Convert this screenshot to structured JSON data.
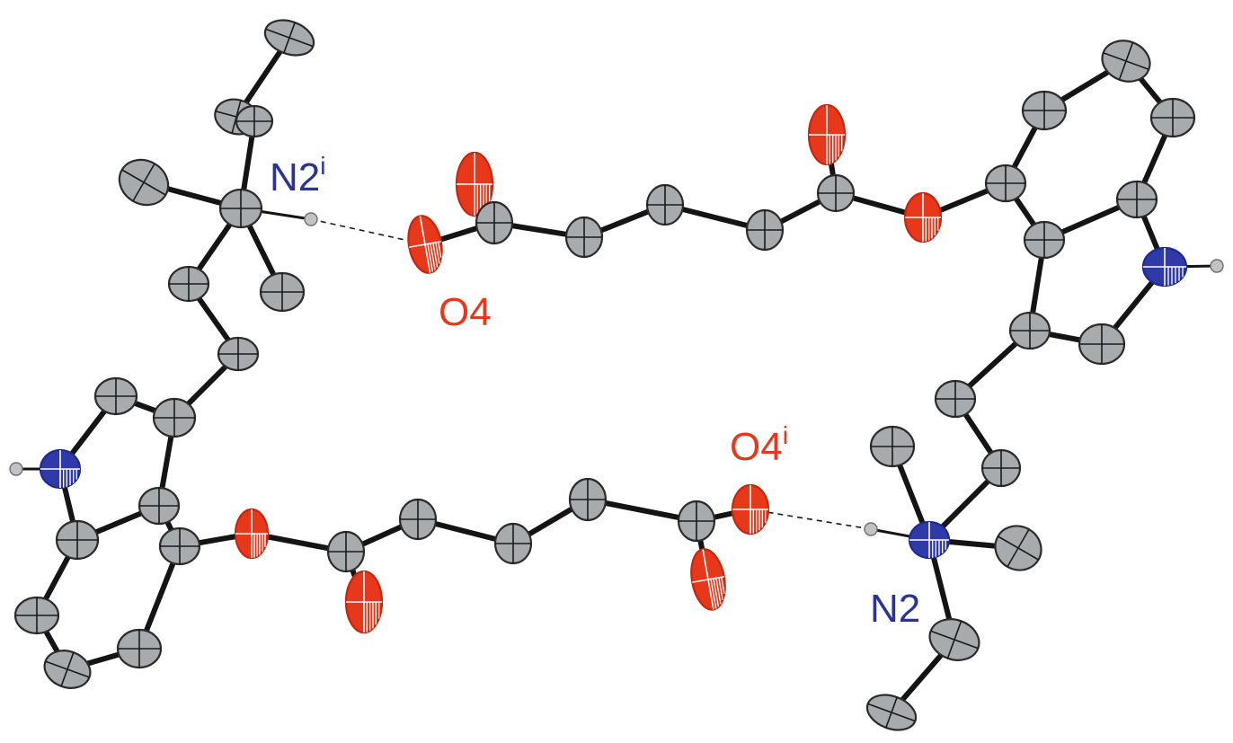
{
  "figure": {
    "labels": {
      "n2i": {
        "main": "N2",
        "sup": "i",
        "color": "#2b3494"
      },
      "o4": {
        "main": "O4",
        "sup": "",
        "color": "#e8381c"
      },
      "o4i": {
        "main": "O4",
        "sup": "i",
        "color": "#e8381c"
      },
      "n2": {
        "main": "N2",
        "sup": "",
        "color": "#2b3494"
      }
    },
    "atom_colors": {
      "carbon": "#a7abae",
      "oxygen": "#e8381c",
      "nitrogen": "#2f3aa8",
      "hydrogen": "#bfc3c6",
      "bond": "#141414"
    }
  }
}
